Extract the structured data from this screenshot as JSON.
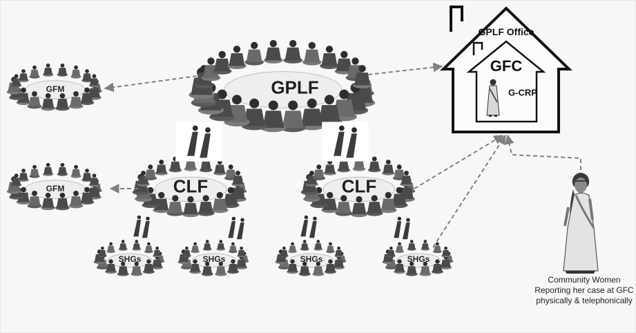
{
  "nodes": {
    "gplf": "GPLF",
    "clf": [
      "CLF",
      "CLF"
    ],
    "gfm": [
      "GFM",
      "GFM"
    ],
    "shgs": [
      "SHGs",
      "SHGs",
      "SHGs",
      "SHGs"
    ]
  },
  "office": {
    "title": "GPLF Office",
    "center": "GFC",
    "staff": "G-CRP"
  },
  "caption": "Community Women Reporting her case at GFC physically & telephonically",
  "colors": {
    "arrow": "#808080",
    "figures": "#4a4a4a",
    "house": "#111111"
  }
}
